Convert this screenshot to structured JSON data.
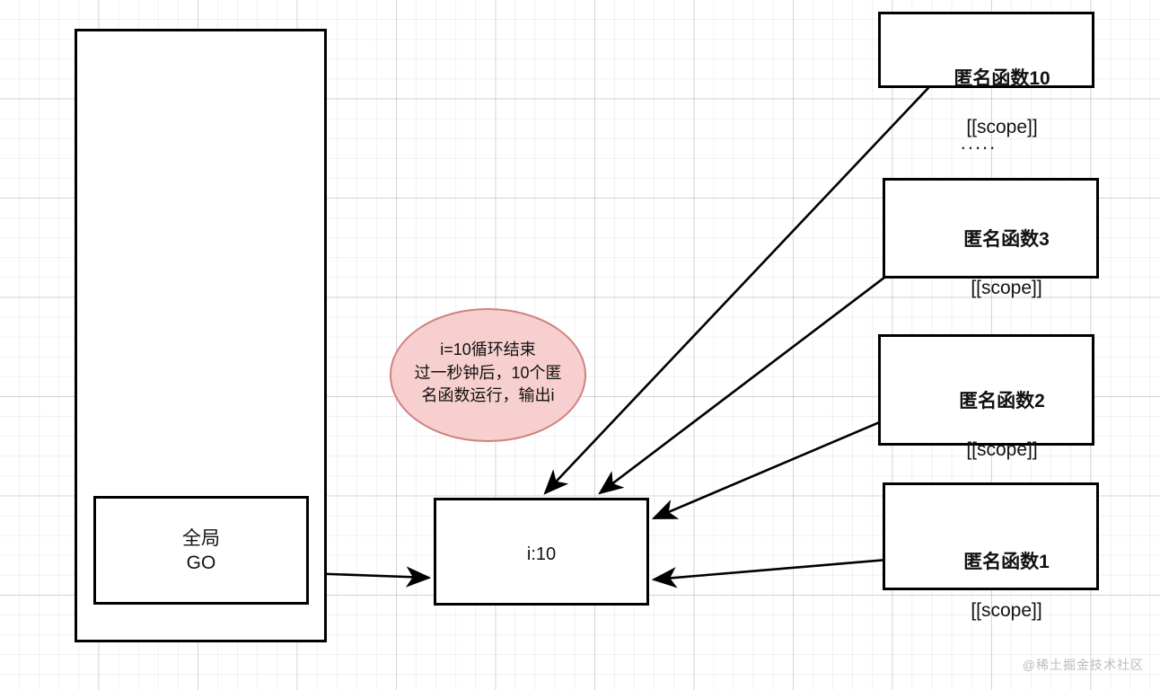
{
  "diagram": {
    "title": "JavaScript closure loop scope diagram",
    "background": {
      "grid": true,
      "minor_grid_color": "#eeeeee",
      "major_grid_color": "#e0e0e0",
      "page_color": "#ffffff"
    },
    "global_frame": {
      "name": "global-execution-context-frame",
      "label": ""
    },
    "global_box": {
      "line1": "全局",
      "line2": "GO",
      "text": "全局\nGO"
    },
    "variable_box": {
      "text": "i:10"
    },
    "annotation_ellipse": {
      "line1": "i=10循环结束",
      "line2": "过一秒钟后，10个匿",
      "line3": "名函数运行，输出i",
      "text": "i=10循环结束\n过一秒钟后，10个匿\n名函数运行，输出i",
      "fill_color": "#f7cfcf",
      "border_color": "#cf8282"
    },
    "function_boxes": [
      {
        "title": "匿名函数10",
        "scope": "[[scope]]"
      },
      {
        "title": "匿名函数3",
        "scope": "[[scope]]"
      },
      {
        "title": "匿名函数2",
        "scope": "[[scope]]"
      },
      {
        "title": "匿名函数1",
        "scope": "[[scope]]"
      }
    ],
    "ellipsis": ".....",
    "watermark": "@稀土掘金技术社区",
    "stroke_color": "#000000"
  }
}
